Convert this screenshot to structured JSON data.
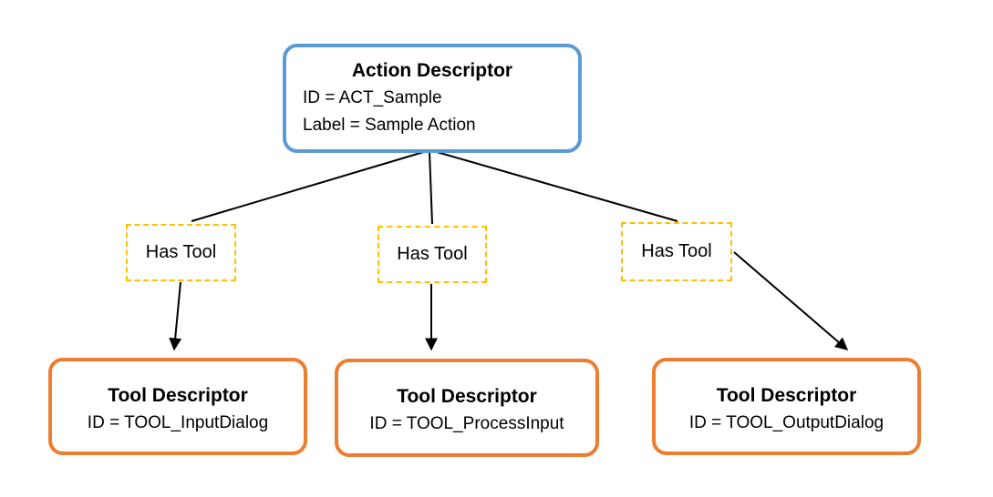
{
  "diagram": {
    "action_node": {
      "title": "Action Descriptor",
      "id_line": "ID = ACT_Sample",
      "label_line": "Label = Sample Action"
    },
    "relation_nodes": [
      {
        "label": "Has Tool"
      },
      {
        "label": "Has Tool"
      },
      {
        "label": "Has Tool"
      }
    ],
    "tool_nodes": [
      {
        "title": "Tool Descriptor",
        "id_line": "ID = TOOL_InputDialog"
      },
      {
        "title": "Tool Descriptor",
        "id_line": "ID = TOOL_ProcessInput"
      },
      {
        "title": "Tool Descriptor",
        "id_line": "ID = TOOL_OutputDialog"
      }
    ],
    "edges": [
      {
        "from": "action-descriptor",
        "to": "has-tool-1",
        "arrowhead": false
      },
      {
        "from": "action-descriptor",
        "to": "has-tool-2",
        "arrowhead": false
      },
      {
        "from": "action-descriptor",
        "to": "has-tool-3",
        "arrowhead": false
      },
      {
        "from": "has-tool-1",
        "to": "tool-descriptor-1",
        "arrowhead": true
      },
      {
        "from": "has-tool-2",
        "to": "tool-descriptor-2",
        "arrowhead": true
      },
      {
        "from": "has-tool-3",
        "to": "tool-descriptor-3",
        "arrowhead": true
      }
    ],
    "colors": {
      "action_border": "#5B9BD5",
      "tool_border": "#ED7D31",
      "relation_border": "#FFC000",
      "connector": "#000000",
      "text": "#000000",
      "background": "#FFFFFF"
    }
  }
}
